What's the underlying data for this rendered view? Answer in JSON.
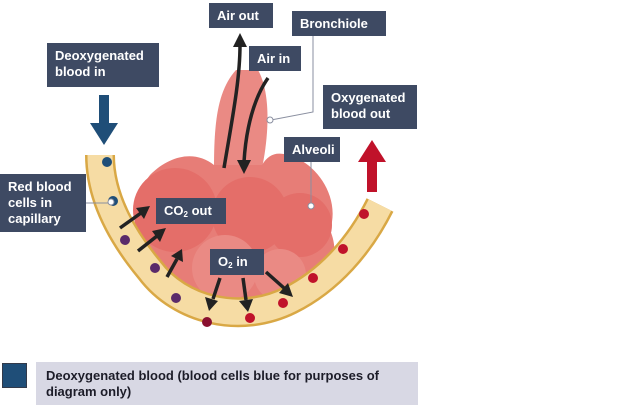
{
  "labels": {
    "air_out": "Air out",
    "bronchiole": "Bronchiole",
    "air_in": "Air in",
    "deoxygenated_blood_in": "Deoxygenated\nblood in",
    "oxygenated_blood_out": "Oxygenated\nblood out",
    "alveoli": "Alveoli",
    "red_blood_cells": "Red blood\ncells in\ncapillary",
    "co2_prefix": "CO",
    "co2_sub": "2",
    "co2_suffix": " out",
    "o2_prefix": "O",
    "o2_sub": "2",
    "o2_suffix": " in"
  },
  "legend": {
    "text": "Deoxygenated blood (blood cells blue for purposes of diagram only)",
    "swatch_color": "#1f4e78"
  },
  "colors": {
    "label_bg": "#3e4a63",
    "alveolus": "#ea8a84",
    "alveolus_dark": "#d9605b",
    "capillary": "#f6dca4",
    "capillary_edge": "#d9a845",
    "deoxygenated_cell": "#1f4e78",
    "oxygenated_cell": "#c0122a",
    "arrow": "#222222"
  }
}
